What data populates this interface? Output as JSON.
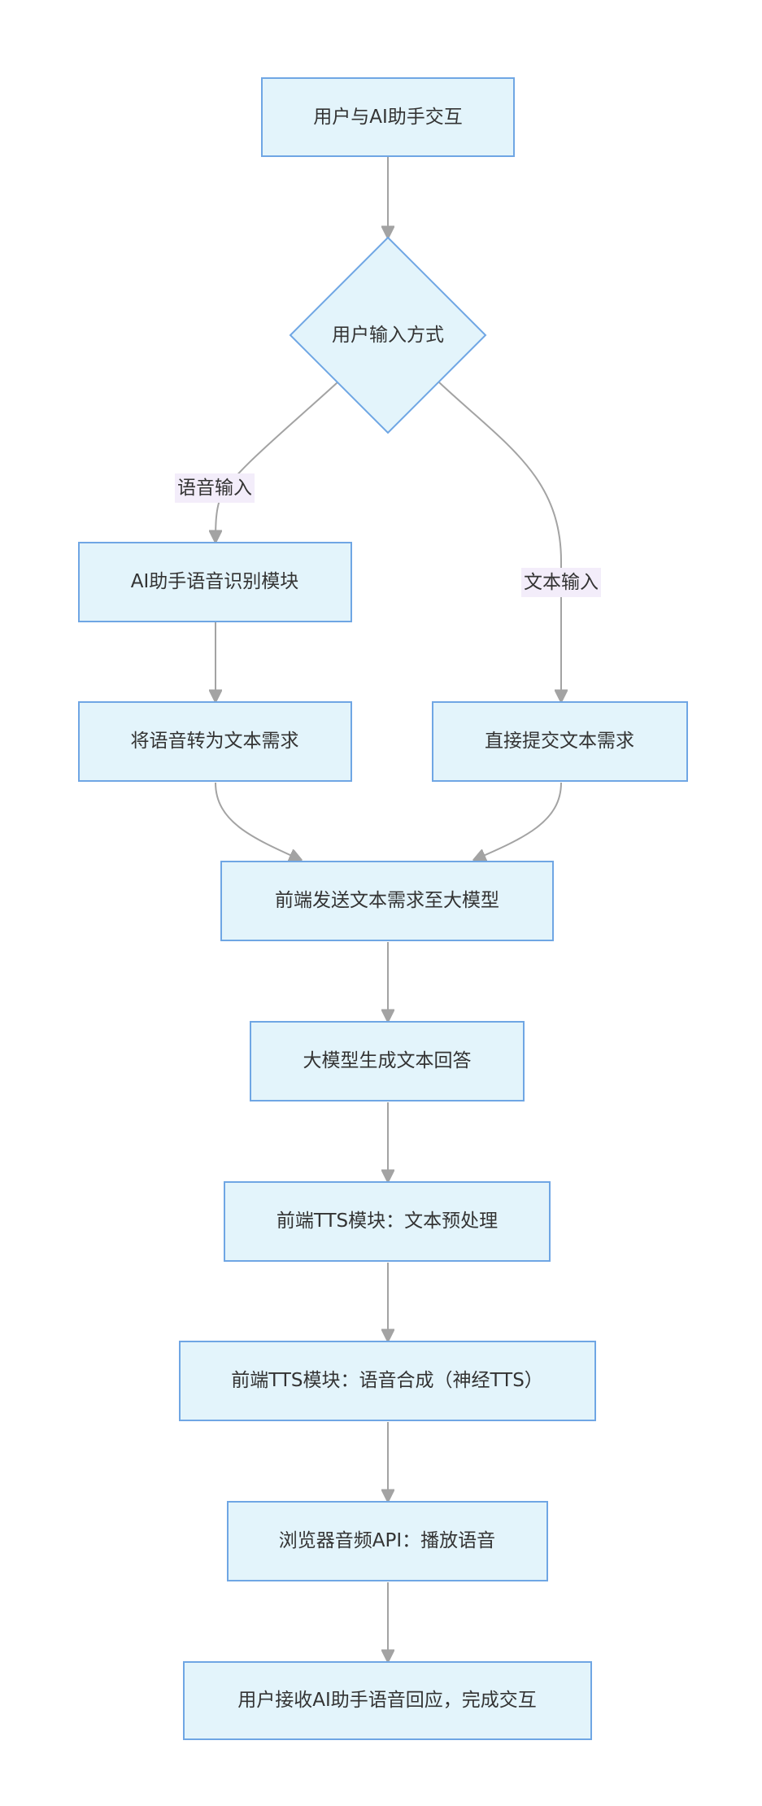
{
  "nodes": {
    "start": "用户与AI助手交互",
    "decision": "用户输入方式",
    "recognition": "AI助手语音识别模块",
    "convert": "将语音转为文本需求",
    "submit": "直接提交文本需求",
    "send": "前端发送文本需求至大模型",
    "generate": "大模型生成文本回答",
    "preprocess": "前端TTS模块：文本预处理",
    "synthesis": "前端TTS模块：语音合成（神经TTS）",
    "play": "浏览器音频API：播放语音",
    "finish": "用户接收AI助手语音回应，完成交互"
  },
  "edge_labels": {
    "voice_input": "语音输入",
    "text_input": "文本输入"
  },
  "colors": {
    "node_fill": "#e3f4fb",
    "node_stroke": "#6fa6e4",
    "edge": "#a3a3a3",
    "label_bg": "#f3edfa",
    "text": "#333333"
  }
}
